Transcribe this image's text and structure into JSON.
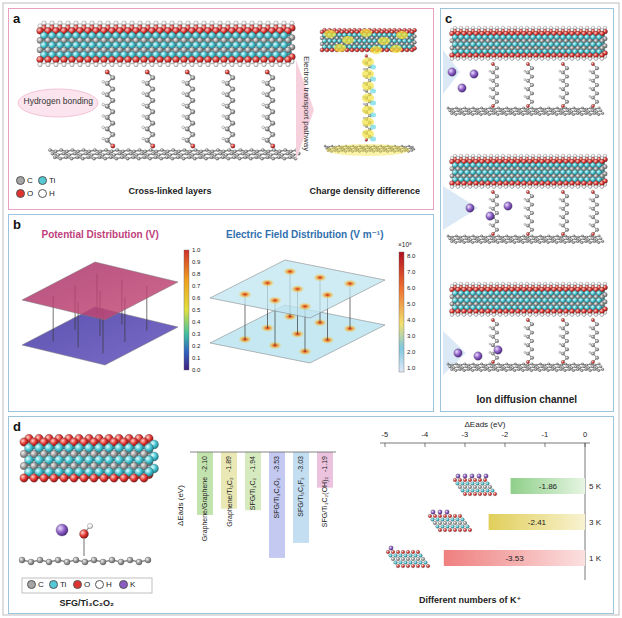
{
  "diagram": {
    "nodes": [
      {
        "text": [
          "a"
        ]
      },
      {
        "text": [
          "b"
        ]
      },
      {
        "text": [
          "c"
        ]
      },
      {
        "text": [
          "d"
        ]
      }
    ],
    "labels": [
      "Hydrogen bonding",
      "Electron transport pathway",
      "Cross-linked layers",
      "Charge density difference",
      "Potential Distribution (V)",
      "Electric Field Distribution (V m⁻¹)",
      "1.0",
      "0.9",
      "0.8",
      "0.7",
      "0.6",
      "0.5",
      "0.4",
      "0.3",
      "0.2",
      "0.1",
      "0.0",
      "×10⁸",
      "8.0",
      "7.0",
      "6.0",
      "5.0",
      "4.0",
      "3.0",
      "2.0",
      "1.0",
      "Ion diffusion channel",
      "SFG/Ti₃C₂O₂",
      "ΔEads (eV)",
      "-2.10",
      "-1.89",
      "-1.94",
      "-3.53",
      "-3.03",
      "-1.19",
      "Graphene/Graphene",
      "Graphene/Ti₃C₂",
      "SFG/Ti₃C₂",
      "SFG/Ti₃C₂O₂",
      "SFG/Ti₃C₂F₂",
      "SFG/Ti₃C₂(OH)₂",
      "ΔEads (eV)",
      "-5",
      "-4",
      "-3",
      "-2",
      "-1",
      "0",
      "-1.86",
      "-2.41",
      "-3.53",
      "5 K",
      "3 K",
      "1 K",
      "Different numbers of K⁺"
    ],
    "legend": [
      {
        "text": "C",
        "color": "#a6a6a6"
      },
      {
        "text": "Ti",
        "color": "#55c9d6"
      },
      {
        "text": "O",
        "color": "#e0332f"
      },
      {
        "text": "H",
        "color": "#ffffff"
      },
      {
        "text": "C",
        "color": "#a6a6a6"
      },
      {
        "text": "Ti",
        "color": "#55c9d6"
      },
      {
        "text": "O",
        "color": "#e0332f"
      },
      {
        "text": "H",
        "color": "#ffffff"
      },
      {
        "text": "K",
        "color": "#8b5cc4"
      }
    ]
  }
}
